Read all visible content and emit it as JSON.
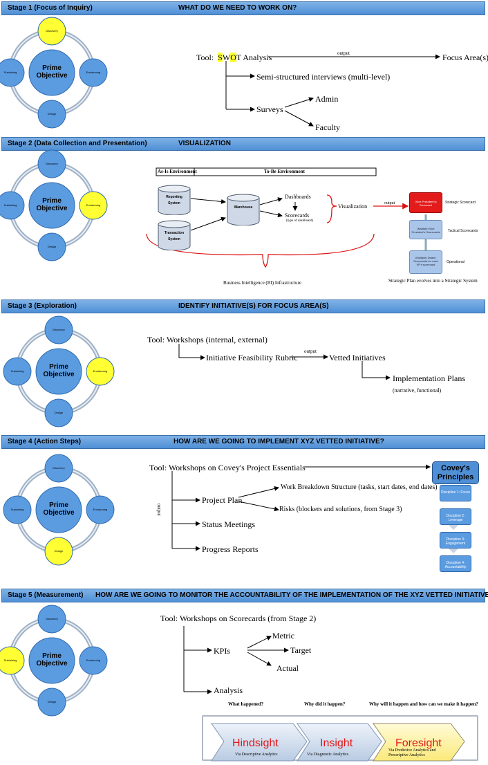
{
  "stages": [
    {
      "title": "Stage 1 (Focus of Inquiry)",
      "question": "WHAT DO WE NEED TO WORK ON?"
    },
    {
      "title": "Stage 2 (Data Collection and Presentation)",
      "question": "VISUALIZATION"
    },
    {
      "title": "Stage 3 (Exploration)",
      "question": "IDENTIFY INITIATIVE(S) FOR FOCUS AREA(S)"
    },
    {
      "title": "Stage 4 (Action Steps)",
      "question": "HOW ARE WE GOING TO IMPLEMENT XYZ VETTED INITIATIVE?"
    },
    {
      "title": "Stage 5 (Measurement)",
      "question": "HOW ARE WE GOING TO MONITOR THE ACCOUNTABILITY OF THE IMPLEMENTATION OF THE XYZ VETTED INITIATIVE?"
    }
  ],
  "cycle": {
    "center": "Prime Objective",
    "top": "Discovery",
    "right": "Envisioning",
    "bottom": "Design",
    "left": "Sustaining"
  },
  "cycle_highlight_color": "#ffff33",
  "s1": {
    "tool_prefix": "Tool:",
    "tool_s": "S",
    "tool_w": "W",
    "tool_o": "O",
    "tool_t": "T Analysis",
    "output": "output",
    "focus": "Focus Area(s)",
    "interviews": "Semi-structured interviews (multi-level)",
    "surveys": "Surveys",
    "admin": "Admin",
    "faculty": "Faculty"
  },
  "s2": {
    "asis": "As-Is Environment",
    "tobe": "To-Be Environment",
    "reporting": "Reporting System",
    "transaction": "Transaction System",
    "warehouse": "Warehouse",
    "dashboards": "Dashboards",
    "scorecards": "Scorecards",
    "scorecards_sub": "(type of dashboard)",
    "visualization": "Visualization",
    "output": "output",
    "strategic_box": "(Vice President's) Scorecard",
    "strategic": "Strategic Scorecard",
    "tactical_box": "(Multiple) Vice President's Scorecards",
    "tactical": "Tactical Scorecards",
    "operational_box": "(Multiple) Deans' Scorecards for each VP's scorecard",
    "operational": "Operational",
    "bi": "Business Intelligence (BI) Infrastructure",
    "plan": "Strategic Plan evolves into a Strategic System"
  },
  "s3": {
    "tool": "Tool:  Workshops (internal, external)",
    "rubric": "Initiative Feasibility Rubric",
    "output": "output",
    "vetted": "Vetted Initiatives",
    "impl": "Implementation Plans",
    "impl_sub": "(narrative, functional)"
  },
  "s4": {
    "tool": "Tool:  Workshops on Covey's Project Essentials",
    "project": "Project Plan",
    "wbs": "Work Breakdown Structure (tasks, start dates, end dates)",
    "risks": "Risks (blockers  and solutions, from Stage 3)",
    "status": "Status Meetings",
    "progress": "Progress Reports",
    "output": "output",
    "covey": "Covey's Principles",
    "disciplines": [
      "Discipline 1: Focus",
      "Discipline 2: Leverage",
      "Discipline 3: Engagement",
      "Discipline 4: Accountability"
    ]
  },
  "s5": {
    "tool": "Tool:  Workshops on Scorecards (from Stage 2)",
    "kpis": "KPIs",
    "metric": "Metric",
    "target": "Target",
    "actual": "Actual",
    "analysis": "Analysis",
    "q1": "What happened?",
    "q2": "Why did it happen?",
    "q3": "Why will it happen and how can we make it happen?",
    "hindsight": "Hindsight",
    "hindsight_sub": "Via Descriptive Analytics",
    "insight": "Insight",
    "insight_sub": "Via Diagnostic Analytics",
    "foresight": "Foresight",
    "foresight_sub": "Via Predictive Analytics and Prescriptive Analytics"
  }
}
